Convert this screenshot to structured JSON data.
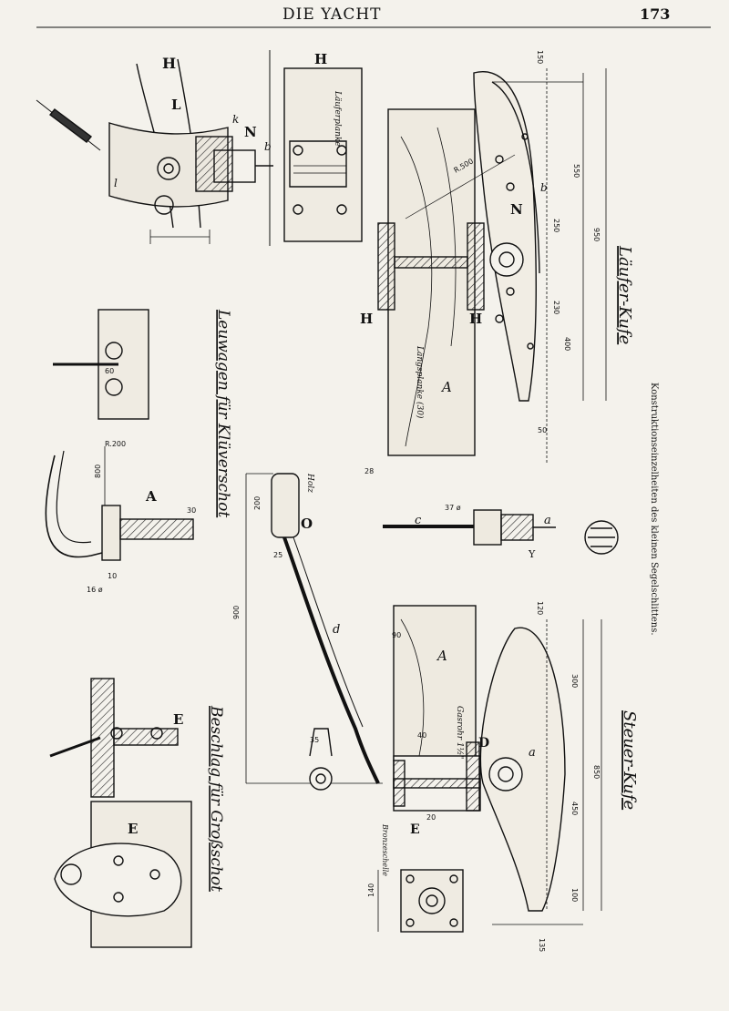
{
  "header": {
    "title": "DIE YACHT",
    "page_number": "173"
  },
  "caption": "Konstruktionseinzelheiten des kleinen Segelschlittens.",
  "sections": {
    "leuwagen": "Leuwagen für Klüverschot",
    "laeufer": "Läufer-Kufe",
    "steuer": "Steuer-Kufe",
    "beschlag": "Beschlag für Großschot"
  },
  "part_letters": {
    "A": "A",
    "H": "H",
    "N": "N",
    "L": "L",
    "O": "O",
    "D": "D",
    "E": "E",
    "a": "a",
    "b": "b",
    "c": "c",
    "d": "d",
    "l": "l",
    "h": "h",
    "k": "k",
    "y": "Y"
  },
  "annotations": {
    "laengsplanke": "Längsplanke (30)",
    "holz": "Holz",
    "gasrohr": "Gasrohr 1½\"",
    "laeuferplanke": "Läuferplanke",
    "bronze": "Bronzeschelle"
  },
  "dimensions": {
    "d950": "950",
    "d550": "550",
    "d400": "400",
    "d250": "250",
    "d230": "230",
    "d150": "150",
    "d900": "900",
    "d800": "800",
    "d200": "200",
    "d300": "300",
    "d850": "850",
    "d450": "450",
    "d120": "120",
    "d100": "100",
    "d90": "90",
    "d50": "50",
    "d60": "60",
    "d30": "30",
    "d20": "20",
    "d10": "10",
    "d140": "140",
    "r200": "R.200",
    "r500": "R.500",
    "d25": "25",
    "d35": "35",
    "d16": "16 ø",
    "d37": "37 ø",
    "d28": "28",
    "d40": "40",
    "d135": "135"
  }
}
